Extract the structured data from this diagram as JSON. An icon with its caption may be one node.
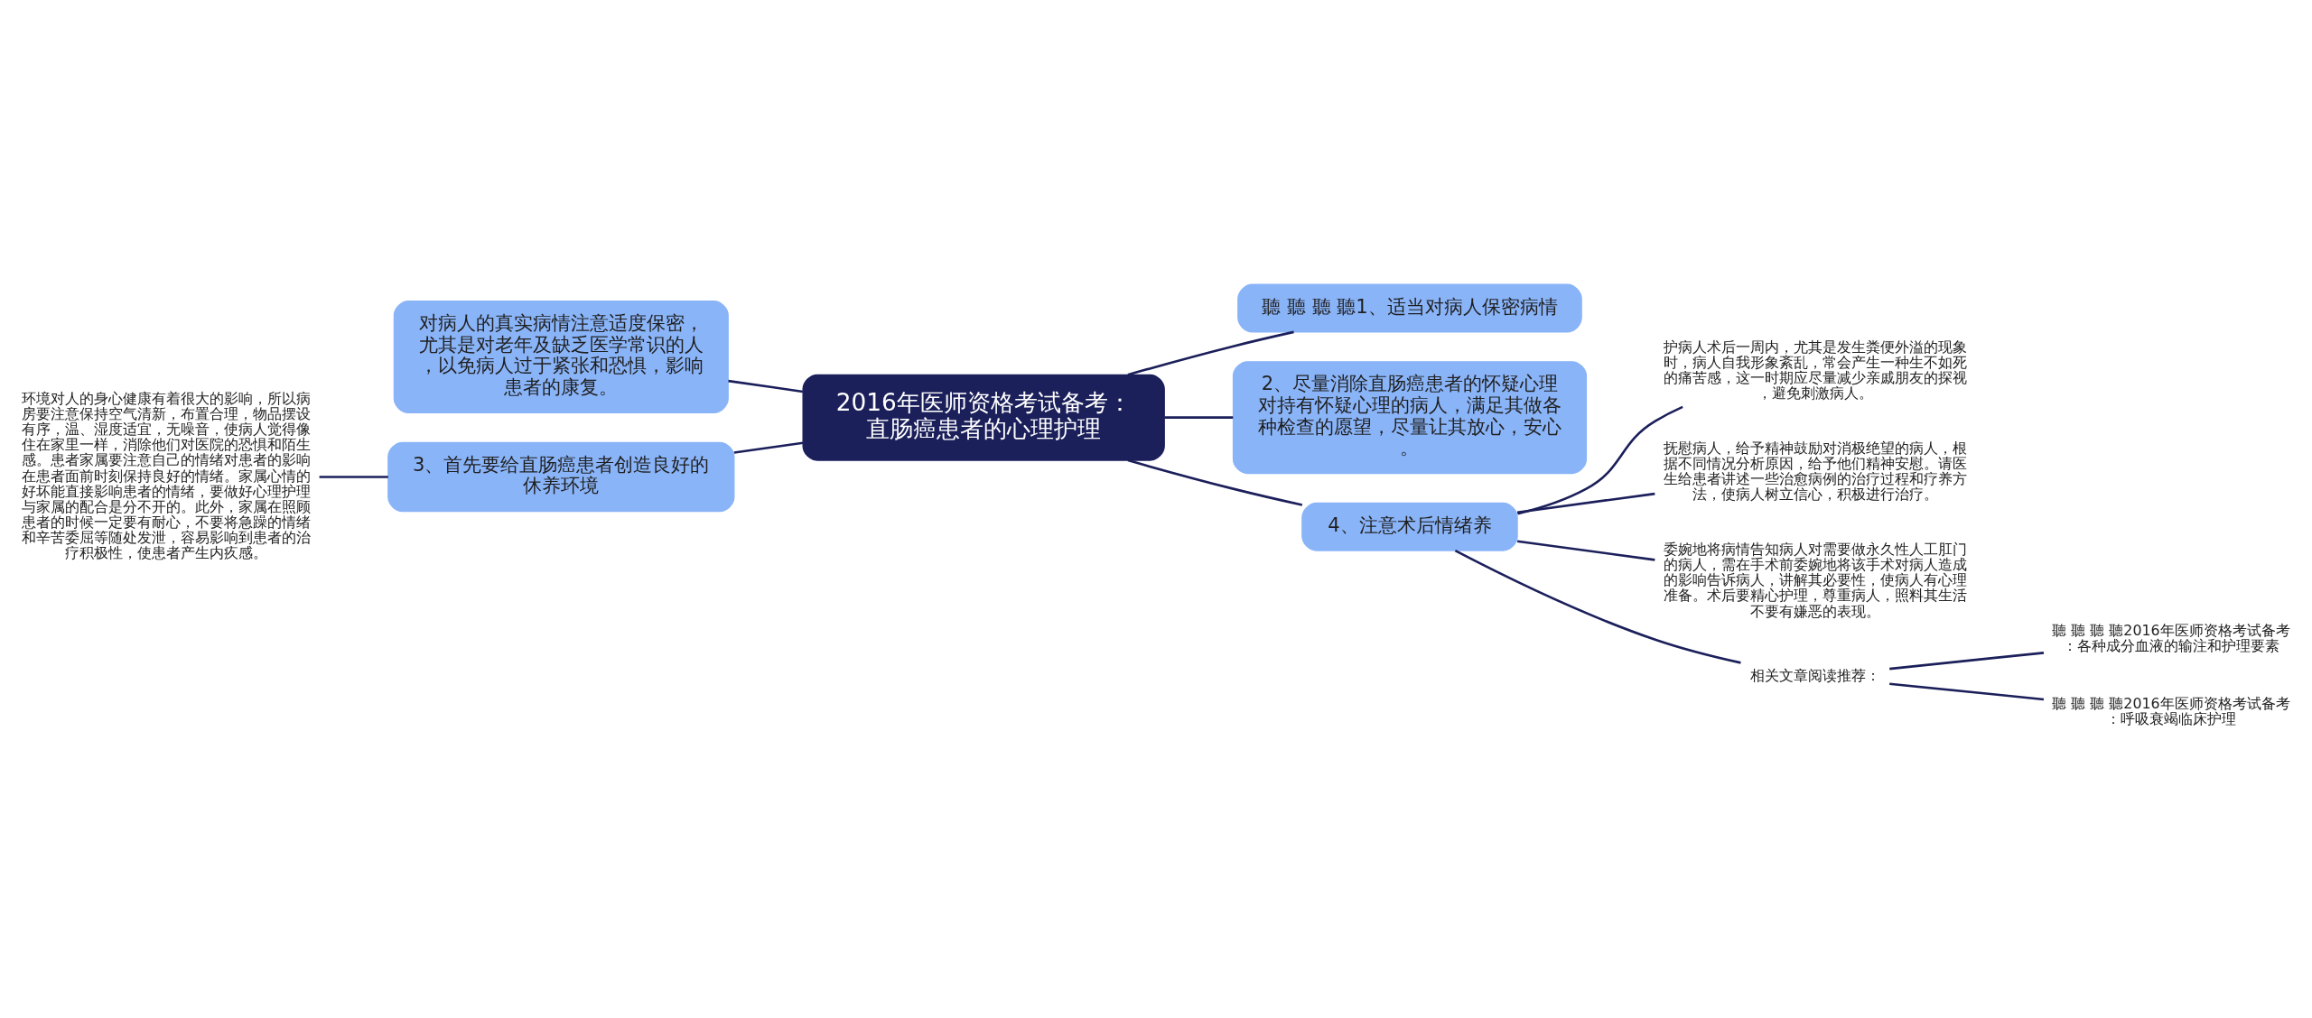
{
  "diagram": {
    "nodes": [
      {
        "text": [
          "2016年医师资格考试备考：直肠癌患者的心理护理"
        ]
      },
      {
        "text": [
          "聽 聽 聽 聽1、适当对病人保密病情"
        ]
      },
      {
        "text": [
          "2、尽量消除直肠癌患者的怀疑心理对持有怀疑心理的病人，满足其做各种检查的愿望，尽量让其放心，安心。"
        ]
      },
      {
        "text": [
          "4、注意术后情绪养"
        ]
      },
      {
        "text": [
          "对病人的真实病情注意适度保密，尤其是对老年及缺乏医学常识的人，以免病人过于紧张和恐惧，影响患者的康复。"
        ]
      },
      {
        "text": [
          "3、首先要给直肠癌患者创造良好的休养环境"
        ]
      },
      {
        "text": [
          "环境对人的身心健康有着很大的影响，所以病房要注意保持空气清新，布置合理，物品摆设有序，温、湿度适宜，无噪音，使病人觉得像住在家里一样，消除他们对医院的恐惧和陌生感。患者家属要注意自己的情绪对患者的影响在患者面前时刻保持良好的情绪。家属心情的好坏能直接影响患者的情绪，要做好心理护理与家属的配合是分不开的。此外，家属在照顾患者的时候一定要有耐心，不要将急躁的情绪和辛苦委屈等随处发泄，容易影响到患者的治疗积极性，使患者产生内疚感。"
        ]
      },
      {
        "text": [
          "护病人术后一周内，尤其是发生粪便外溢的现象时，病人自我形象紊乱，常会产生一种生不如死的痛苦感，这一时期应尽量减少亲戚朋友的探视，避免刺激病人。"
        ]
      },
      {
        "text": [
          "抚慰病人，给予精神鼓励对消极绝望的病人，根据不同情况分析原因，给予他们精神安慰。请医生给患者讲述一些治愈病例的治疗过程和疗养方法，使病人树立信心，积极进行治疗。"
        ]
      },
      {
        "text": [
          "委婉地将病情告知病人对需要做永久性人工肛门的病人，需在手术前委婉地将该手术对病人造成的影响告诉病人，讲解其必要性，使病人有心理准备。术后要精心护理，尊重病人，照料其生活不要有嫌恶的表现。"
        ]
      },
      {
        "text": [
          "相关文章阅读推荐："
        ]
      },
      {
        "text": [
          "聽 聽 聽 聽2016年医师资格考试备考：各种成分血液的输注和护理要素"
        ]
      },
      {
        "text": [
          "聽 聽 聽 聽2016年医师资格考试备考：呼吸衰竭临床护理"
        ]
      }
    ],
    "edges": [
      {
        "from": 0,
        "to": 1,
        "arrow": "none"
      },
      {
        "from": 0,
        "to": 2,
        "arrow": "none"
      },
      {
        "from": 0,
        "to": 3,
        "arrow": "none"
      },
      {
        "from": 0,
        "to": 4,
        "arrow": "none"
      },
      {
        "from": 0,
        "to": 5,
        "arrow": "none"
      },
      {
        "from": 5,
        "to": 6,
        "arrow": "none"
      },
      {
        "from": 3,
        "to": 7,
        "arrow": "none"
      },
      {
        "from": 3,
        "to": 8,
        "arrow": "none"
      },
      {
        "from": 3,
        "to": 9,
        "arrow": "none"
      },
      {
        "from": 3,
        "to": 10,
        "arrow": "none"
      },
      {
        "from": 10,
        "to": 11,
        "arrow": "none"
      },
      {
        "from": 10,
        "to": 12,
        "arrow": "none"
      }
    ]
  }
}
